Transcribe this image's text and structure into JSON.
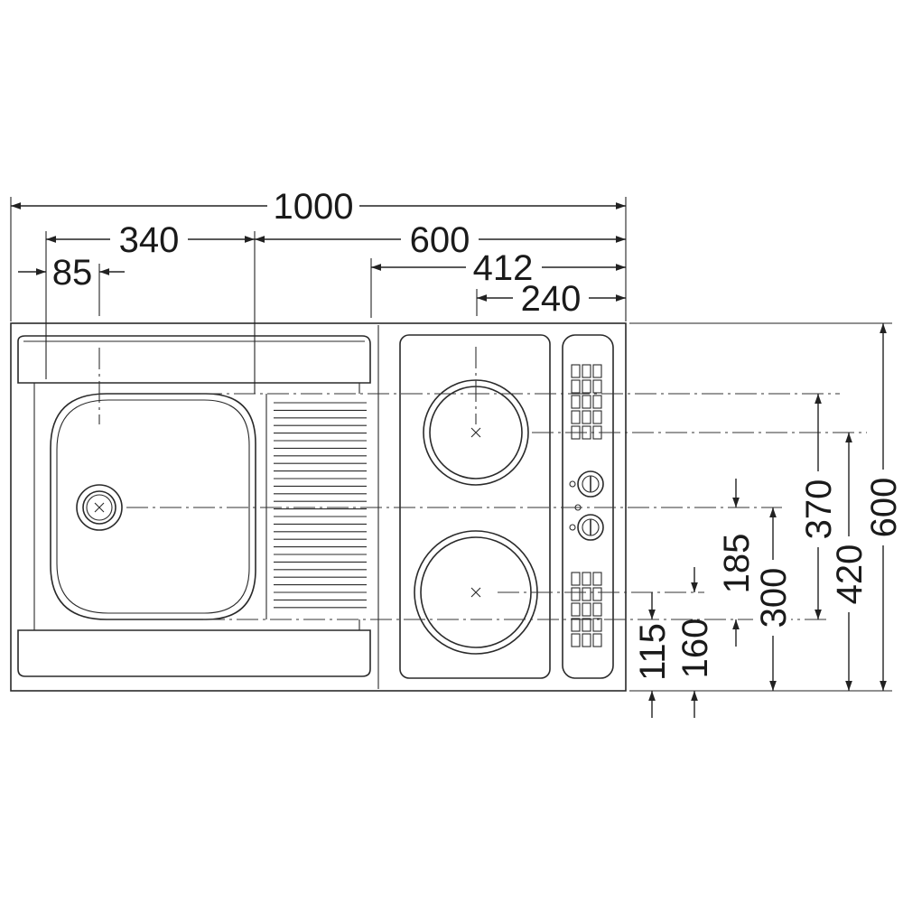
{
  "dimensions": {
    "total_width": "1000",
    "sink_left_to_hob": "340",
    "drain_offset": "85",
    "hob_section_width": "600",
    "hob_zone_offset": "412",
    "control_panel_width": "240",
    "total_depth": "600",
    "upper_zone_depth": "420",
    "upper_zone_lower": "370",
    "drain_height": "300",
    "drain_gap": "185",
    "lower_zone_depth": "160",
    "lower_zone_front": "115"
  },
  "colors": {
    "line": "#2a2a2a",
    "background": "#ffffff"
  }
}
